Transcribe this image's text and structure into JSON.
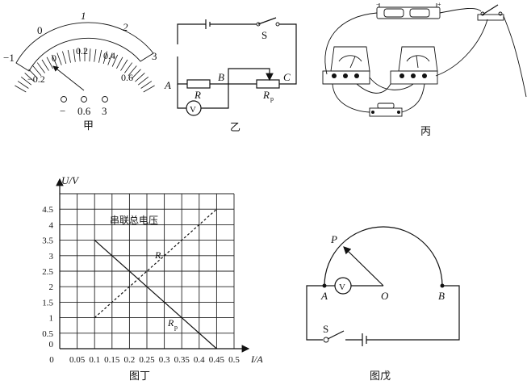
{
  "panel_jia": {
    "caption": "甲",
    "outer_scale": [
      "0",
      "1",
      "2",
      "3"
    ],
    "outer_left": "−1",
    "inner_scale": [
      "0",
      "0.2",
      "0.4",
      "0.6"
    ],
    "inner_left": "−0.2",
    "terminals": [
      "−",
      "0.6",
      "3"
    ]
  },
  "panel_yi": {
    "caption": "乙",
    "labels": {
      "A": "A",
      "B": "B",
      "C": "C",
      "R": "R",
      "Rp": "R",
      "Rp_sub": "p",
      "S": "S",
      "V": "V"
    }
  },
  "panel_bing": {
    "caption": "丙"
  },
  "panel_ding": {
    "caption": "图丁",
    "annotation": "串联总电压",
    "label_R": "R",
    "label_Rp": "R",
    "label_Rp_sub": "p"
  },
  "panel_wu": {
    "caption": "图戊",
    "labels": {
      "P": "P",
      "A": "A",
      "O": "O",
      "B": "B",
      "S": "S",
      "V": "V"
    }
  },
  "chart_data": {
    "type": "line",
    "xlabel": "I/A",
    "ylabel": "U/V",
    "xlim": [
      0,
      0.5
    ],
    "ylim": [
      0,
      5
    ],
    "x_ticks": [
      "0",
      "0.05",
      "0.1",
      "0.15",
      "0.2",
      "0.25",
      "0.3",
      "0.35",
      "0.4",
      "0.45",
      "0.5"
    ],
    "y_ticks": [
      "0",
      "0.5",
      "1",
      "1.5",
      "2",
      "2.5",
      "3",
      "3.5",
      "4",
      "4.5"
    ],
    "grid": true,
    "series": [
      {
        "name": "R",
        "style": "dashed",
        "points": [
          [
            0.1,
            1.0
          ],
          [
            0.45,
            4.5
          ]
        ]
      },
      {
        "name": "Rp",
        "style": "solid",
        "points": [
          [
            0.1,
            3.5
          ],
          [
            0.45,
            0.0
          ]
        ]
      }
    ]
  }
}
